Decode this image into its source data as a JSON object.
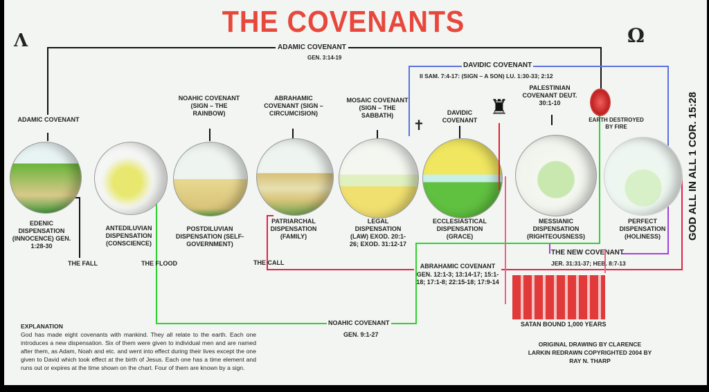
{
  "title": "THE COVENANTS",
  "alpha": "Λ",
  "omega": "Ω",
  "adamic_covenant": {
    "label": "ADAMIC COVENANT",
    "ref": "GEN. 3:14-19"
  },
  "davidic_covenant": {
    "label": "DAVIDIC COVENANT",
    "ref": "II SAM. 7:4-17:  (SIGN – A SON)  LU. 1:30-33; 2:12"
  },
  "new_covenant": {
    "label": "THE NEW COVENANT",
    "ref": "JER. 31:31-37; HEB. 8:7-13"
  },
  "abrahamic_covenant": {
    "label": "ABRAHAMIC COVENANT",
    "ref": "GEN. 12:1-3; 13:14-17; 15:1-18; 17:1-8; 22:15-18; 17:9-14"
  },
  "noahic_covenant": {
    "label": "NOAHIC COVENANT",
    "ref": "GEN. 9:1-27"
  },
  "side_text": "GOD ALL IN ALL 1 COR. 15:28",
  "events": {
    "fall": "THE FALL",
    "flood": "THE FLOOD",
    "call": "THE CALL",
    "earth_fire": "EARTH DESTROYED BY FIRE",
    "satan": "SATAN BOUND 1,000 YEARS"
  },
  "dispensations": [
    {
      "covenant": "ADAMIC COVENANT",
      "name": "EDENIC DISPENSATION (INNOCENCE) GEN. 1:28-30"
    },
    {
      "covenant": "",
      "name": "ANTEDILUVIAN DISPENSATION (CONSCIENCE)"
    },
    {
      "covenant": "NOAHIC COVENANT (SIGN – THE RAINBOW)",
      "name": "POSTDILUVIAN DISPENSATION (SELF-GOVERNMENT)"
    },
    {
      "covenant": "ABRAHAMIC COVENANT (SIGN – CIRCUMCISION)",
      "name": "PATRIARCHAL DISPENSATION (FAMILY)"
    },
    {
      "covenant": "MOSAIC COVENANT (SIGN – THE SABBATH)",
      "name": "LEGAL DISPENSATION (LAW) EXOD. 20:1-26; EXOD. 31:12-17"
    },
    {
      "covenant": "DAVIDIC COVENANT",
      "name": "ECCLESIASTICAL DISPENSATION (GRACE)"
    },
    {
      "covenant": "PALESTINIAN COVENANT DEUT. 30:1-10",
      "name": "MESSIANIC DISPENSATION (RIGHTEOUSNESS)"
    },
    {
      "covenant": "",
      "name": "PERFECT DISPENSATION (HOLINESS)"
    }
  ],
  "explanation": {
    "heading": "EXPLANATION",
    "body": "God has made eight covenants with mankind. They all relate to the earth. Each one introduces a new dispensation. Six of them were given to individual men and are named after them, as Adam, Noah and etc. and went into effect during their lives except the one given to David which took effect at the birth of Jesus. Each one has a time element and runs out or expires at the time shown on the chart. Four of them are known by a sign."
  },
  "credit": "ORIGINAL DRAWING BY CLARENCE LARKIN REDRAWN COPYRIGHTED 2004 BY RAY N. THARP",
  "colors": {
    "title": "#e8473c",
    "davidic": "#5a6fe0",
    "new": "#a040e0",
    "abrahamic": "#e0204a",
    "noahic": "#30d030",
    "adamic": "#111111"
  }
}
